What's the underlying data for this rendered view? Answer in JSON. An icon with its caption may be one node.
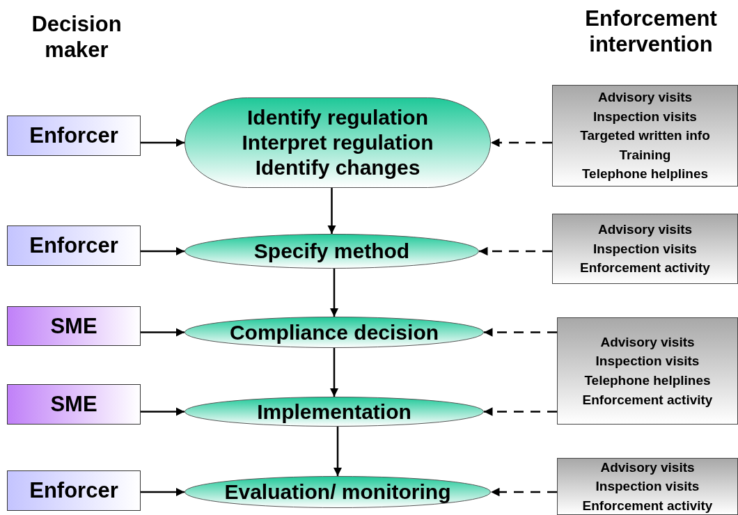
{
  "diagram": {
    "nodes": [
      {
        "text": [
          "Enforcer"
        ]
      },
      {
        "text": [
          "Identify regulation",
          "Interpret regulation",
          "Identify changes"
        ]
      },
      {
        "text": [
          "Advisory visits",
          "Inspection visits",
          "Targeted written info",
          "Training",
          "Telephone helplines"
        ]
      },
      {
        "text": [
          "Enforcer"
        ]
      },
      {
        "text": [
          "Specify method"
        ]
      },
      {
        "text": [
          "Advisory visits",
          "Inspection visits",
          "Enforcement activity"
        ]
      },
      {
        "text": [
          "SME"
        ]
      },
      {
        "text": [
          "Compliance decision"
        ]
      },
      {
        "text": [
          "Advisory visits",
          "Inspection visits",
          "Telephone helplines",
          "Enforcement activity"
        ]
      },
      {
        "text": [
          "SME"
        ]
      },
      {
        "text": [
          "Implementation"
        ]
      },
      {
        "text": [
          "Enforcer"
        ]
      },
      {
        "text": [
          "Evaluation/ monitoring"
        ]
      },
      {
        "text": [
          "Advisory visits",
          "Inspection visits",
          "Enforcement activity"
        ]
      }
    ],
    "edges": [
      {
        "from": 0,
        "to": 1,
        "arrow": "to"
      },
      {
        "from": 2,
        "to": 1,
        "arrow": "to",
        "style": "dashed"
      },
      {
        "from": 1,
        "to": 4,
        "arrow": "to"
      },
      {
        "from": 3,
        "to": 4,
        "arrow": "to"
      },
      {
        "from": 5,
        "to": 4,
        "arrow": "to",
        "style": "dashed"
      },
      {
        "from": 4,
        "to": 7,
        "arrow": "to"
      },
      {
        "from": 6,
        "to": 7,
        "arrow": "to"
      },
      {
        "from": 8,
        "to": 7,
        "arrow": "to",
        "style": "dashed"
      },
      {
        "from": 7,
        "to": 10,
        "arrow": "to"
      },
      {
        "from": 9,
        "to": 10,
        "arrow": "to"
      },
      {
        "from": 8,
        "to": 10,
        "arrow": "to",
        "style": "dashed"
      },
      {
        "from": 10,
        "to": 12,
        "arrow": "to"
      },
      {
        "from": 11,
        "to": 12,
        "arrow": "to"
      },
      {
        "from": 13,
        "to": 12,
        "arrow": "to",
        "style": "dashed"
      }
    ],
    "labels": [
      "Decision maker",
      "Enforcement intervention"
    ]
  }
}
